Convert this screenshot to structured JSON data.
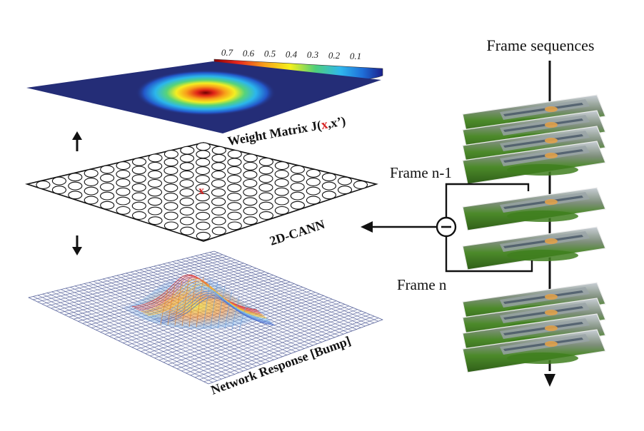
{
  "colorbar": {
    "ticks": [
      "0.7",
      "0.6",
      "0.5",
      "0.4",
      "0.3",
      "0.2",
      "0.1"
    ],
    "colors": [
      "#8b0000",
      "#e8261d",
      "#f7a21b",
      "#f6f11a",
      "#4fcf7a",
      "#2fb7ee",
      "#1f6fd8",
      "#1a1f8a"
    ]
  },
  "layers": {
    "weight_matrix": {
      "label_prefix": "Weight Matrix J(",
      "label_x": "x",
      "label_suffix": ",x’)",
      "background_color": "#242d77"
    },
    "cann": {
      "label": "2D-CANN",
      "marker": "x"
    },
    "response": {
      "label": "Network Response [Bump]"
    }
  },
  "frames": {
    "title": "Frame sequences",
    "frame_prev_label": "Frame n-1",
    "frame_curr_label": "Frame n",
    "operator_symbol": "−"
  },
  "colors": {
    "highlight": "#d62020",
    "line": "#111111"
  }
}
